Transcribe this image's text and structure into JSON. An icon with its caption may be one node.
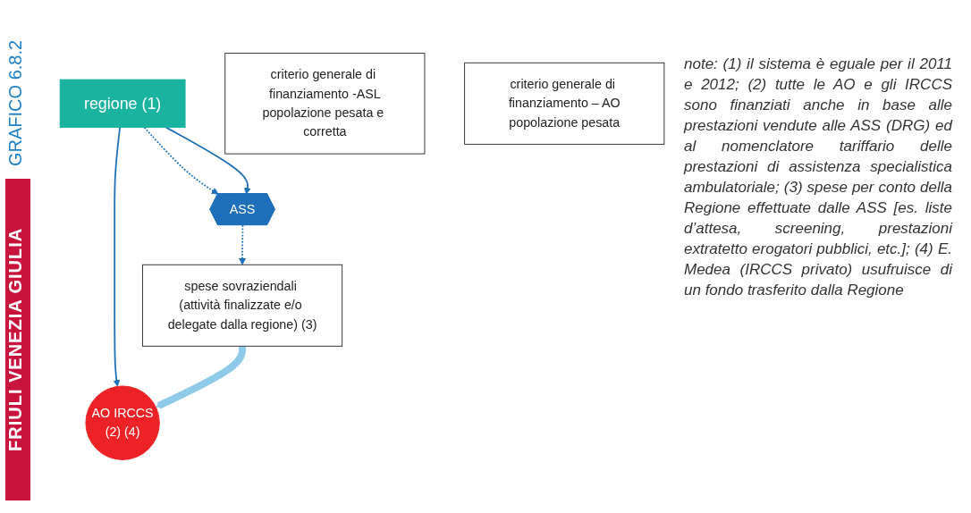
{
  "diagram": {
    "nodes": [
      {
        "text": [
          "regione (1)"
        ]
      },
      {
        "text": [
          "spese sovraziendali (attività finalizzate e/o delegate dalla regione) (3)"
        ]
      },
      {
        "text": [
          "ASS"
        ]
      },
      {
        "text": [
          "AO IRCCS",
          "(2) (4)"
        ]
      },
      {
        "text": [
          "criterio generale di finanziamento -ASL",
          "popolazione pesata e corretta"
        ]
      },
      {
        "text": [
          "criterio generale di finanziamento – AO",
          "popolazione pesata"
        ]
      }
    ],
    "edges": [
      {
        "from": 0,
        "to": 2,
        "arrow": "to",
        "style": "dashed"
      },
      {
        "from": 2,
        "to": 1,
        "arrow": "to",
        "style": "dashed"
      },
      {
        "from": 0,
        "to": 2,
        "arrow": "to"
      },
      {
        "from": 0,
        "to": 3,
        "arrow": "to"
      },
      {
        "from": 1,
        "to": 3,
        "arrow": "to",
        "style": "thick",
        "color": "#8fcbe8"
      }
    ],
    "labels": [
      "GRAFICO 6.8.2",
      "FRIULI VENEZIA GIULIA",
      "note: (1) il sistema è eguale per il 2011 e 2012; (2) tutte le AO e gli IRCCS sono finanziati anche in base alle prestazioni vendute alle ASS (DRG) ed al nomenclatore tariffario delle prestazioni di assistenza specialistica ambulatoriale; (3) spese per conto della Regione effettuate dalle ASS [es. liste d’attesa, screening, prestazioni extratetto erogatori pubblici, etc.]; (4) E. Medea (IRCCS privato) usufruisce di un fondo trasferito dalla Regione"
    ]
  }
}
